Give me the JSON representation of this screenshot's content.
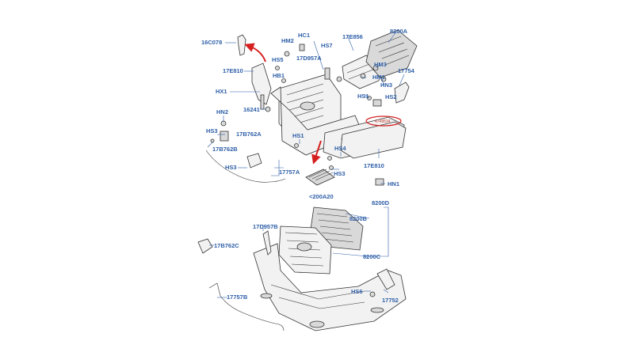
{
  "callouts": [
    {
      "id": "c1",
      "text": "16C078"
    },
    {
      "id": "c2",
      "text": "HM2"
    },
    {
      "id": "c3",
      "text": "HC1"
    },
    {
      "id": "c4",
      "text": "HS7"
    },
    {
      "id": "c5",
      "text": "17E856"
    },
    {
      "id": "c6",
      "text": "8200A"
    },
    {
      "id": "c7",
      "text": "HS5"
    },
    {
      "id": "c8",
      "text": "17D957A"
    },
    {
      "id": "c9",
      "text": "HM3"
    },
    {
      "id": "c10",
      "text": "17E810"
    },
    {
      "id": "c11",
      "text": "HB1"
    },
    {
      "id": "c12",
      "text": "HM1"
    },
    {
      "id": "c13",
      "text": "17754"
    },
    {
      "id": "c14",
      "text": "HN3"
    },
    {
      "id": "c15",
      "text": "HX1"
    },
    {
      "id": "c16",
      "text": "HS1"
    },
    {
      "id": "c17",
      "text": "HS2"
    },
    {
      "id": "c18",
      "text": "16241"
    },
    {
      "id": "c19",
      "text": "HN2"
    },
    {
      "id": "c20",
      "text": "HS3"
    },
    {
      "id": "c21",
      "text": "17B762A"
    },
    {
      "id": "c22",
      "text": "17B762B"
    },
    {
      "id": "c23",
      "text": "HS1"
    },
    {
      "id": "c24",
      "text": "HS4"
    },
    {
      "id": "c25",
      "text": "HS3"
    },
    {
      "id": "c26",
      "text": "17757A"
    },
    {
      "id": "c27",
      "text": "17E810"
    },
    {
      "id": "c28",
      "text": "HS3"
    },
    {
      "id": "c29",
      "text": "HN1"
    },
    {
      "id": "c30",
      "text": "<200A20"
    },
    {
      "id": "c31",
      "text": "8200D"
    },
    {
      "id": "c32",
      "text": "8200B"
    },
    {
      "id": "c33",
      "text": "17D957B"
    },
    {
      "id": "c34",
      "text": "17B762C"
    },
    {
      "id": "c35",
      "text": "8200C"
    },
    {
      "id": "c36",
      "text": "HS6"
    },
    {
      "id": "c37",
      "text": "17752"
    },
    {
      "id": "c38",
      "text": "17757B"
    }
  ],
  "highlight_label": "4749534",
  "colors": {
    "callout": "#2e5fa8",
    "arrow": "#d62020",
    "highlight": "#d62020",
    "outline": "#333333"
  }
}
